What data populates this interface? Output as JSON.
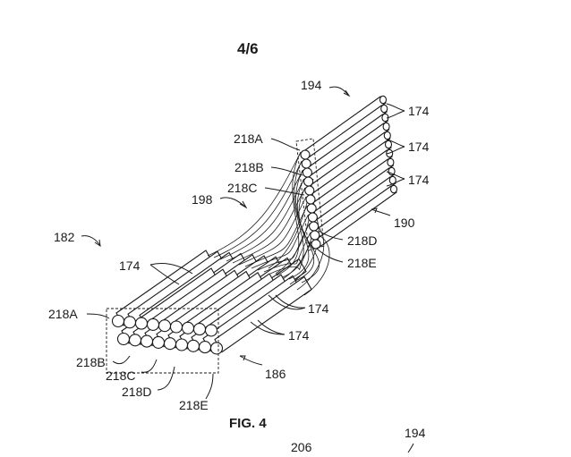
{
  "sheet": {
    "page_number": "4/6",
    "figure_label": "FIG. 4"
  },
  "labels": {
    "l194": "194",
    "l174_r1": "174",
    "l174_r2": "174",
    "l174_r3": "174",
    "l218A_top": "218A",
    "l218B_top": "218B",
    "l218C_top": "218C",
    "l198": "198",
    "l190": "190",
    "l218D_right": "218D",
    "l218E_right": "218E",
    "l182": "182",
    "l174_left": "174",
    "l174_mid": "174",
    "l174_low": "174",
    "l218A_left": "218A",
    "l218B_bot": "218B",
    "l218C_bot": "218C",
    "l218D_bot": "218D",
    "l218E_bot": "218E",
    "l186": "186",
    "l206_cut": "206",
    "l194_cut": "194"
  }
}
